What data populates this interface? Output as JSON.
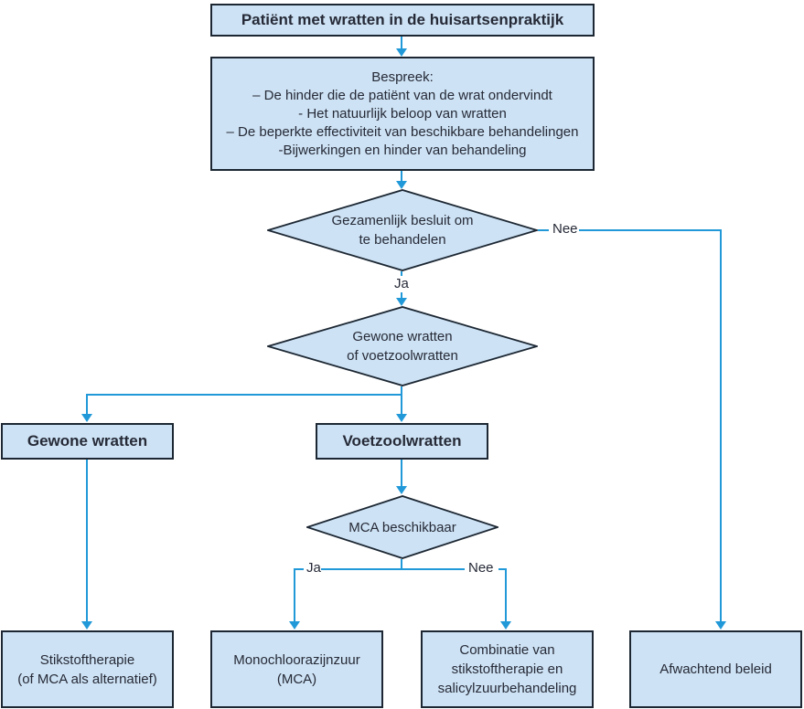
{
  "diagram": {
    "type": "flowchart",
    "language": "nl",
    "topic": "Behandeling van wratten in de huisartsenpraktijk"
  },
  "colors": {
    "node_fill": "#cde2f4",
    "node_border": "#1c2733",
    "text": "#262a37",
    "connector": "#2199d8"
  },
  "nodes": {
    "start": {
      "label": "Patiënt met wratten in de huisartsenpraktijk"
    },
    "bespreek": {
      "label": "Bespreek:\n– De hinder die de patiënt van de wrat ondervindt\n- Het natuurlijk beloop van wratten\n– De beperkte effectiviteit van beschikbare behandelingen\n-Bijwerkingen en hinder van behandeling"
    },
    "decision_behandelen": {
      "label": "Gezamenlijk besluit om\nte behandelen"
    },
    "decision_wratsoort": {
      "label": "Gewone wratten\nof voetzoolwratten"
    },
    "gewone_wratten": {
      "label": "Gewone wratten"
    },
    "voetzoolwratten": {
      "label": "Voetzoolwratten"
    },
    "decision_mca": {
      "label": "MCA beschikbaar"
    },
    "stikstoftherapie": {
      "label": "Stikstoftherapie\n(of MCA als alternatief)"
    },
    "monochloorazijnzuur": {
      "label": "Monochloorazijnzuur\n(MCA)"
    },
    "combinatie": {
      "label": "Combinatie van\nstikstoftherapie en\nsalicylzuurbehandeling"
    },
    "afwachtend_beleid": {
      "label": "Afwachtend beleid"
    }
  },
  "edge_labels": {
    "nee_behandelen": "Nee",
    "ja_behandelen": "Ja",
    "ja_mca": "Ja",
    "nee_mca": "Nee"
  }
}
